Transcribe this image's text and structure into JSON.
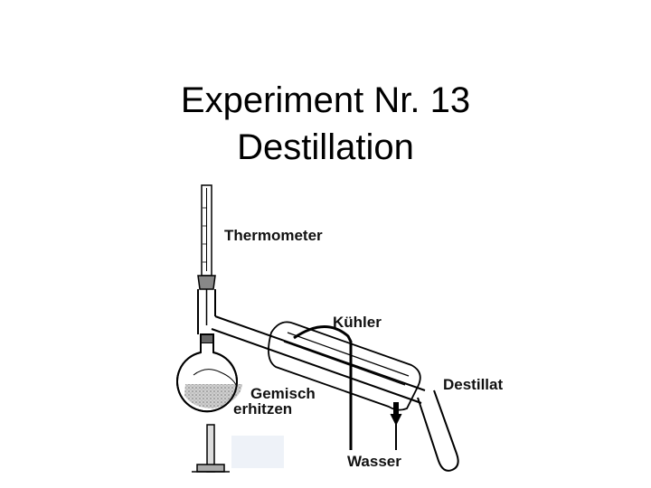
{
  "slide": {
    "title_line1": "Experiment Nr. 13",
    "title_line2": "Destillation"
  },
  "diagram": {
    "labels": {
      "thermometer": "Thermometer",
      "condenser": "Kühler",
      "mixture_line1": "Gemisch",
      "mixture_line2": "erhitzen",
      "distillate": "Destillat",
      "water": "Wasser"
    }
  }
}
